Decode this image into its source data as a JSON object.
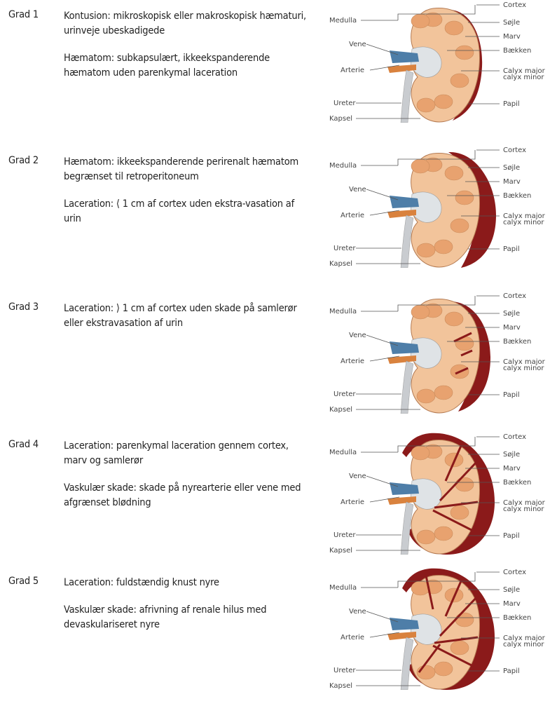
{
  "labels": {
    "cortex": "Cortex",
    "sojle": "Søjle",
    "marv": "Marv",
    "baekken": "Bækken",
    "calyx_major": "Calyx major",
    "calyx_minor": "calyx minor",
    "papil": "Papil",
    "medulla": "Medulla",
    "vene": "Vene",
    "arterie": "Arterie",
    "ureter": "Ureter",
    "kapsel": "Kapsel"
  },
  "colors": {
    "blood": "#8b1a1a",
    "cortex": "#f2c49b",
    "medulla": "#e8a26f",
    "vein": "#4e7ea8",
    "artery": "#d9823e",
    "ureter": "#c9ccd0"
  },
  "grades": [
    {
      "grade": "Grad 1",
      "paragraphs": [
        "Kontusion: mikroskopisk eller makroskopisk hæmaturi, urinveje ubeskadigede",
        "Hæmatom: subkapsulært, ikkeekspanderende hæmatom uden parenkymal laceration"
      ]
    },
    {
      "grade": "Grad 2",
      "paragraphs": [
        "Hæmatom: ikkeekspanderende perirenalt hæmatom begrænset til retroperitoneum",
        "Laceration: ⟨ 1 cm af cortex uden ekstra-vasation af urin"
      ]
    },
    {
      "grade": "Grad 3",
      "paragraphs": [
        "Laceration: ⟩ 1 cm af cortex uden skade på samlerør eller ekstravasation af urin"
      ]
    },
    {
      "grade": "Grad 4",
      "paragraphs": [
        "Laceration: parenkymal laceration gennem cortex, marv og samlerør",
        "Vaskulær skade: skade på nyrearterie eller vene med afgrænset blødning"
      ]
    },
    {
      "grade": "Grad 5",
      "paragraphs": [
        "Laceration: fuldstændig knust nyre",
        "Vaskulær skade: afrivning af renale hilus med devaskulariseret nyre"
      ]
    }
  ]
}
